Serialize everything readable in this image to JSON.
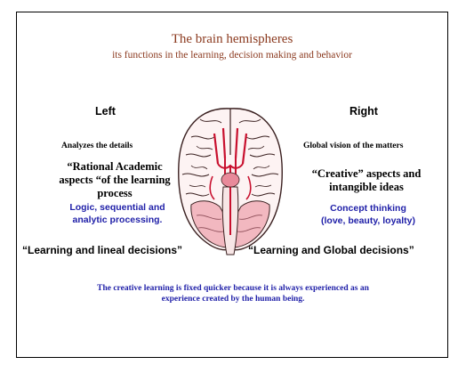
{
  "slide": {
    "title": "The brain hemispheres",
    "subtitle": "its functions in the learning, decision making and behavior",
    "left": {
      "heading": "Left",
      "detail": "Analyzes the details",
      "aspect_line1": "“Rational Academic",
      "aspect_line2": "aspects “of the learning",
      "aspect_line3": "process",
      "processing_line1": "Logic, sequential and",
      "processing_line2": "analytic processing."
    },
    "right": {
      "heading": "Right",
      "detail": "Global vision of the matters",
      "aspect_line1": "“Creative” aspects and",
      "aspect_line2": "intangible ideas",
      "concept_line1": "Concept thinking",
      "concept_line2": "(love, beauty, loyalty)"
    },
    "left_decisions": "“Learning and lineal decisions”",
    "right_decisions": "“Learning and Global decisions”",
    "footer_line1": "The creative learning is fixed quicker because it is always experienced as an",
    "footer_line2": "experience created by the human being.",
    "image_icon": "brain-illustration",
    "colors": {
      "title": "#8b3a1f",
      "blue_text": "#1f1fa8",
      "brain_pink": "#f2b8c0",
      "vessel_red": "#c8102e"
    }
  }
}
